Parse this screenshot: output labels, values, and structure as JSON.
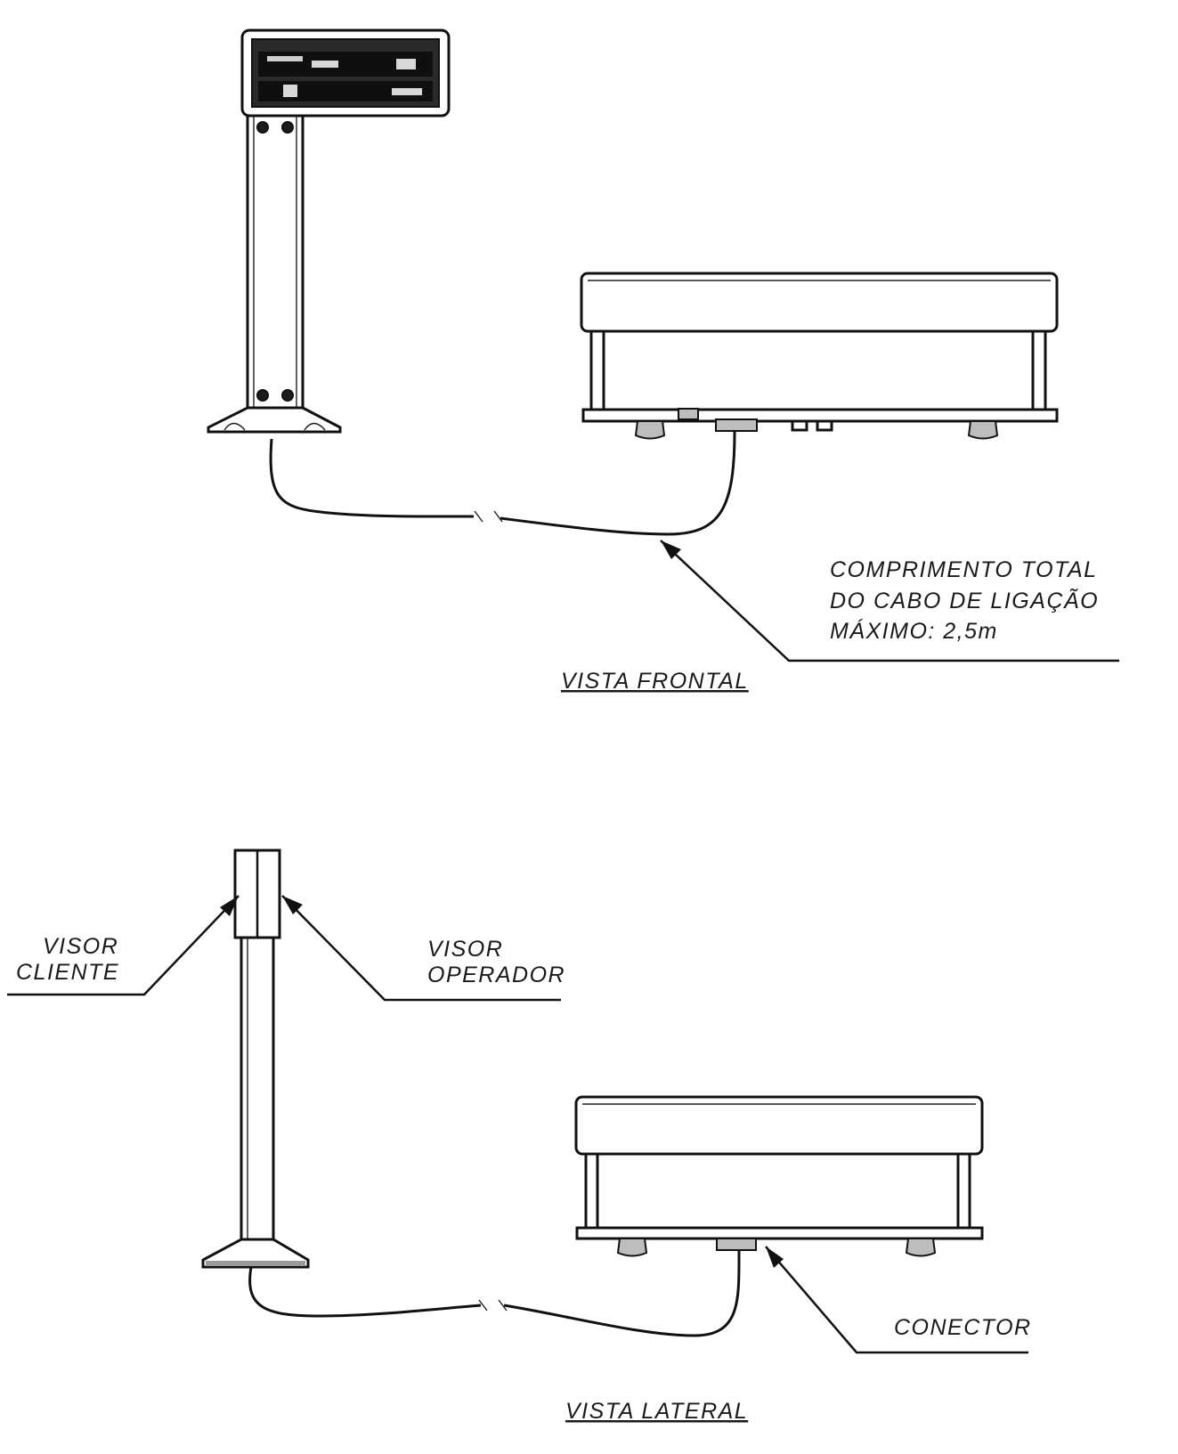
{
  "frontal_view": {
    "title": "VISTA FRONTAL",
    "cable_note": {
      "line1": "COMPRIMENTO TOTAL",
      "line2": "DO CABO DE LIGAÇÃO",
      "line3": "MÁXIMO: 2,5m"
    }
  },
  "lateral_view": {
    "title": "VISTA LATERAL",
    "label_visor_cliente": {
      "line1": "VISOR",
      "line2": "CLIENTE"
    },
    "label_visor_operador": {
      "line1": "VISOR",
      "line2": "OPERADOR"
    },
    "label_conector": "CONECTOR"
  },
  "colors": {
    "ink": "#111111",
    "paper": "#ffffff"
  }
}
